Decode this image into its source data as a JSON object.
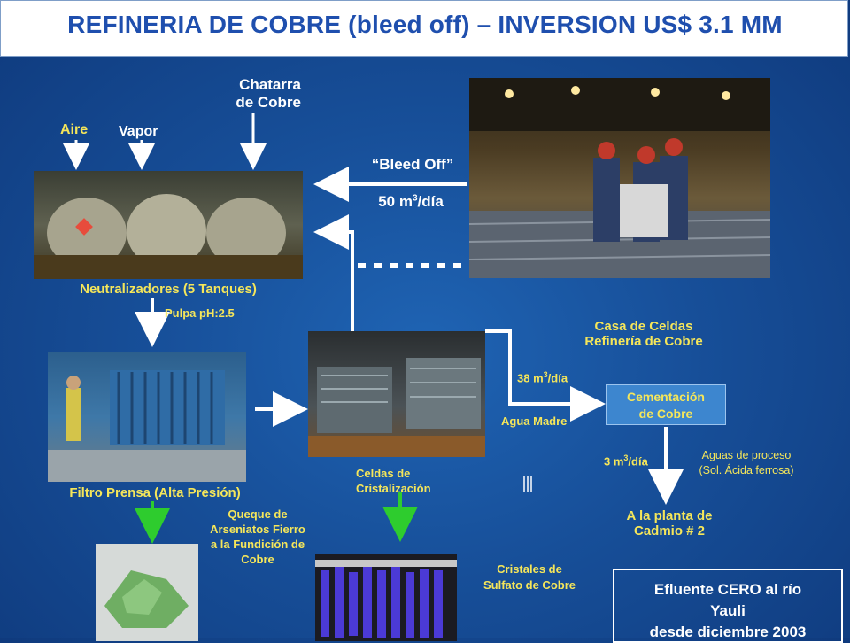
{
  "title": "REFINERIA DE COBRE (bleed off) – INVERSION US$ 3.1 MM",
  "inputs": {
    "aire": "Aire",
    "vapor": "Vapor",
    "chatarra_line1": "Chatarra",
    "chatarra_line2": "de Cobre"
  },
  "bleed_off": {
    "label": "“Bleed Off”",
    "flow": "50 m",
    "flow_sup": "3",
    "flow_unit": "/día"
  },
  "neutralizadores": "Neutralizadores (5 Tanques)",
  "pulpa": "Pulpa pH:2.5",
  "casa_celdas": {
    "line1": "Casa de Celdas",
    "line2": "Refinería de Cobre"
  },
  "flow_38": {
    "value": "38 m",
    "sup": "3",
    "unit": "/día"
  },
  "agua_madre": "Agua Madre",
  "cementacion": {
    "line1": "Cementación",
    "line2": "de Cobre"
  },
  "flow_3": {
    "value": "3 m",
    "sup": "3",
    "unit": "/día"
  },
  "aguas_proceso": {
    "line1": "Aguas de proceso",
    "line2": "(Sol. Ácida ferrosa)"
  },
  "planta_cadmio": {
    "line1": "A la planta de",
    "line2": "Cadmio # 2"
  },
  "filtro_prensa": "Filtro Prensa (Alta Presión)",
  "celdas_cristalizacion": {
    "line1": "Celdas de",
    "line2": "Cristalización"
  },
  "queque": {
    "line1": "Queque de",
    "line2": "Arseniatos Fierro",
    "line3": "a la Fundición de",
    "line4": "Cobre"
  },
  "cristales": {
    "line1": "Cristales de",
    "line2": "Sulfato de Cobre"
  },
  "efluente": {
    "line1": "Efluente CERO al río",
    "line2": "Yauli",
    "line3": "desde diciembre 2003"
  },
  "colors": {
    "background": "#174f99",
    "title_text": "#1f4fae",
    "label_yellow": "#f5e65a",
    "arrow_green": "#2ecc2e",
    "cementacion_box": "#3d86cf"
  }
}
